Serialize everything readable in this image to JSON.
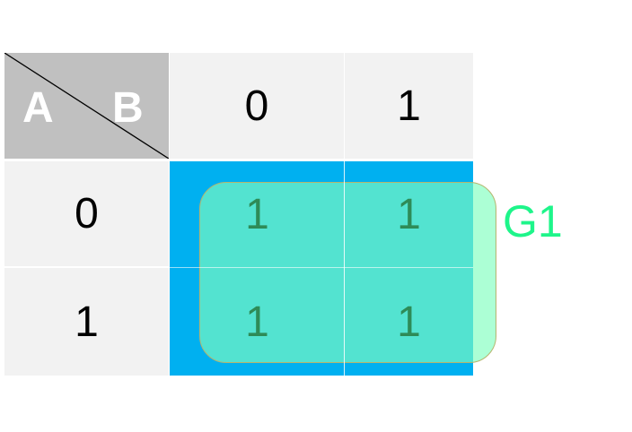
{
  "kmap": {
    "corner": {
      "row_var": "A",
      "col_var": "B"
    },
    "col_headers": [
      "0",
      "1"
    ],
    "row_headers": [
      "0",
      "1"
    ],
    "cells": [
      [
        "1",
        "1"
      ],
      [
        "1",
        "1"
      ]
    ]
  },
  "groups": [
    {
      "label": "G1",
      "covers": [
        [
          0,
          0
        ],
        [
          0,
          1
        ],
        [
          1,
          0
        ],
        [
          1,
          1
        ]
      ]
    }
  ],
  "colors": {
    "header_bg": "#f2f2f2",
    "corner_bg": "#c0c0c0",
    "cell_bg": "#00b0f0",
    "group_fill": "#7fffbf",
    "group_label": "#1ef58a",
    "cell_value": "#2e8b57"
  }
}
